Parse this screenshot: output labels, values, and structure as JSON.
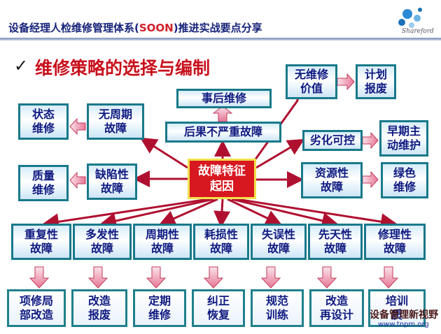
{
  "header": {
    "title_prefix": "设备经理人检维修管理体系(",
    "title_soon": "SOON",
    "title_suffix": ")推进实战要点分享",
    "logo_text": "Shareford"
  },
  "slide": {
    "title": "维修策略的选择与编制",
    "check": "✓"
  },
  "center": {
    "line1": "故障特征",
    "line2": "起因"
  },
  "nodes": {
    "after_repair": "事后维修",
    "non_serious": "后果不严重故障",
    "no_value": [
      "无维修",
      "价值"
    ],
    "plan_scrap": [
      "计划",
      "报废"
    ],
    "deterioration": "劣化可控",
    "early_active": [
      "早期主",
      "动维护"
    ],
    "resource": [
      "资源性",
      "故障"
    ],
    "green": [
      "绿色",
      "维修"
    ],
    "status_maint": [
      "状态",
      "维修"
    ],
    "no_cycle": [
      "无周期",
      "故障"
    ],
    "quality_maint": [
      "质量",
      "维修"
    ],
    "defect": [
      "缺陷性",
      "故障"
    ]
  },
  "faults": [
    [
      "重复性",
      "故障"
    ],
    [
      "多发性",
      "故障"
    ],
    [
      "周期性",
      "故障"
    ],
    [
      "耗损性",
      "故障"
    ],
    [
      "失误性",
      "故障"
    ],
    [
      "先天性",
      "故障"
    ],
    [
      "修理性",
      "故障"
    ]
  ],
  "actions": [
    [
      "项修局",
      "部改造"
    ],
    [
      "改造",
      "报废"
    ],
    [
      "定期",
      "维修"
    ],
    [
      "纠正",
      "恢复"
    ],
    [
      "规范",
      "训练"
    ],
    [
      "改造",
      "再设计"
    ],
    [
      "培训",
      "质"
    ]
  ],
  "watermark": {
    "name": "设备管理新视野",
    "url": "www.tnpm.org"
  },
  "colors": {
    "title_red": "#c8101c",
    "box_border": "#18798a",
    "center_fill": "#d71820",
    "connector": "#b01030",
    "text_navy": "#101a80"
  }
}
